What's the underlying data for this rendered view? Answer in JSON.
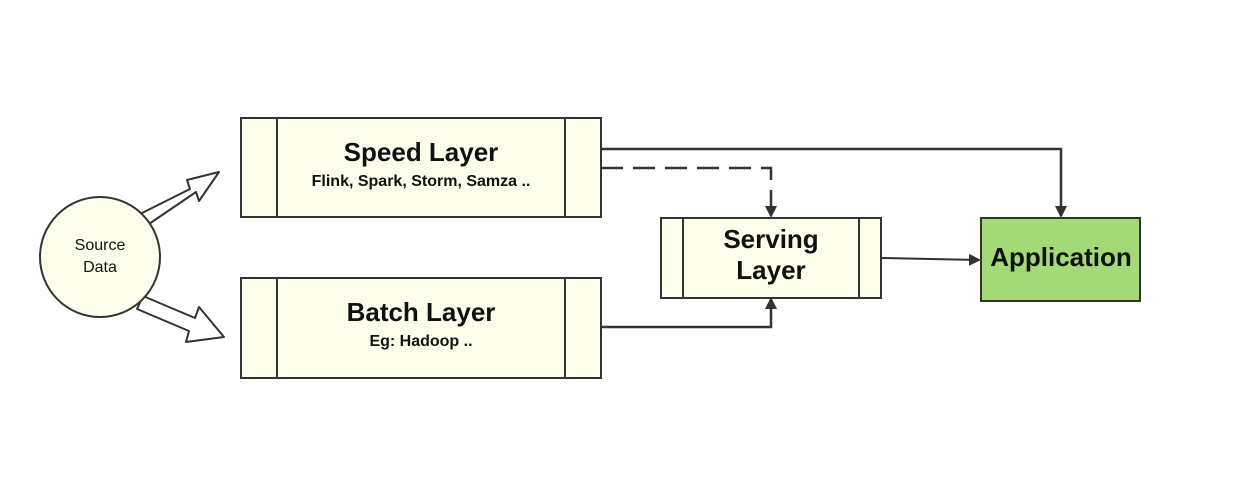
{
  "source": {
    "line1": "Source",
    "line2": "Data"
  },
  "speed_layer": {
    "title": "Speed Layer",
    "subtitle": "Flink, Spark, Storm, Samza .."
  },
  "batch_layer": {
    "title": "Batch Layer",
    "subtitle": "Eg: Hadoop .."
  },
  "serving_layer": {
    "line1": "Serving",
    "line2": "Layer"
  },
  "application": {
    "title": "Application"
  },
  "colors": {
    "box_fill": "#fdfdec",
    "app_fill": "#a3d977",
    "stroke": "#333333"
  }
}
